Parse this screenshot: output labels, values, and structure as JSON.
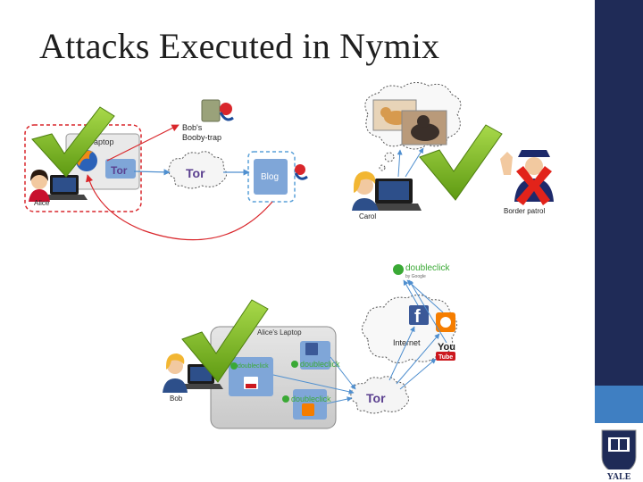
{
  "slide": {
    "title": "Attacks Executed in Nymix"
  },
  "colors": {
    "sidebar_navy": "#1f2b57",
    "sidebar_blue": "#3f7fc2",
    "check_green": "#7ab51d",
    "cross_red": "#e2231a",
    "tor_purple": "#5a3f8f",
    "doubleclick_green": "#3aa935",
    "attack_arrow_red": "#d9262b",
    "flow_arrow_blue": "#4f8fcf"
  },
  "diagram1": {
    "laptop_label": "aptop",
    "user_label": "Alice",
    "tor_label": "Tor",
    "cloud_tor_label": "Tor",
    "trap_label_1": "Bob's",
    "trap_label_2": "Booby-trap",
    "blog_label": "Blog"
  },
  "diagram2": {
    "user_label": "Carol",
    "border_label": "Border patrol"
  },
  "diagram3": {
    "laptop_label": "Alice's Laptop",
    "user_label": "Bob",
    "internet_label": "Internet",
    "doubleclick_label": "doubleclick",
    "by_google": "by Google",
    "tor_label": "Tor",
    "fb_glyph": "f",
    "you_label": "You",
    "tube_label": "Tube"
  },
  "logo": {
    "text": "YALE"
  }
}
